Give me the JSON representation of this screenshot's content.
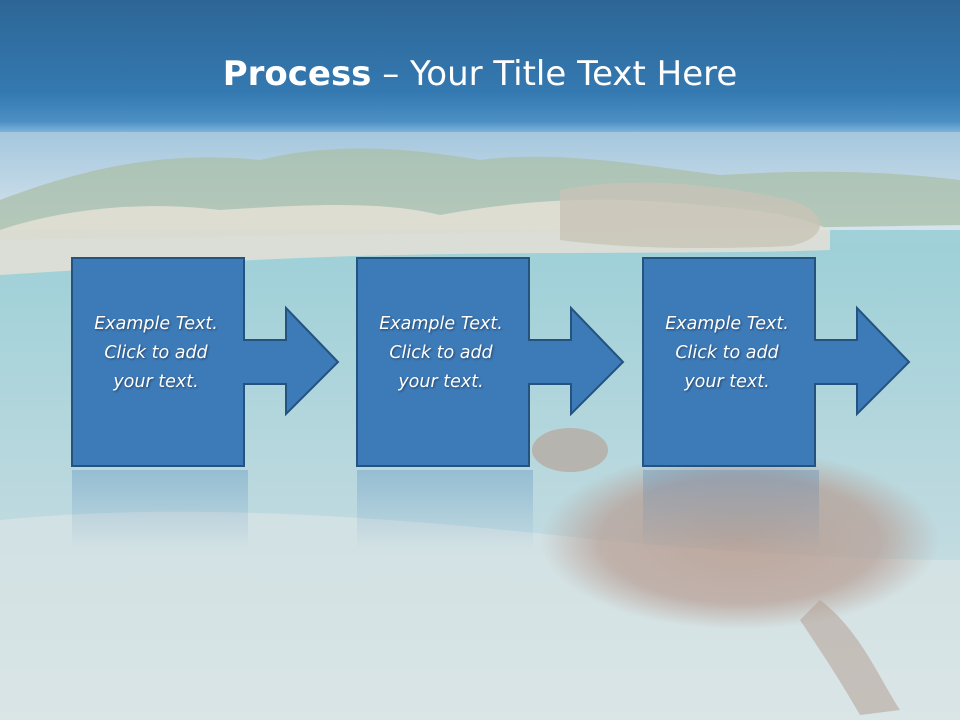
{
  "slide": {
    "title_bold": "Process",
    "title_rest": " – Your Title Text Here"
  },
  "steps": [
    {
      "line1": "Example Text.",
      "line2": "Click  to add",
      "line3": "your text."
    },
    {
      "line1": "Example Text.",
      "line2": "Click  to add",
      "line3": "your text."
    },
    {
      "line1": "Example Text.",
      "line2": "Click  to add",
      "line3": "your text."
    }
  ],
  "colors": {
    "title_band": "#3479b1",
    "box_fill": "#3d7ab8",
    "box_border": "#24537f",
    "title_text": "#ffffff"
  },
  "icons": [
    "arrow-right-icon"
  ]
}
